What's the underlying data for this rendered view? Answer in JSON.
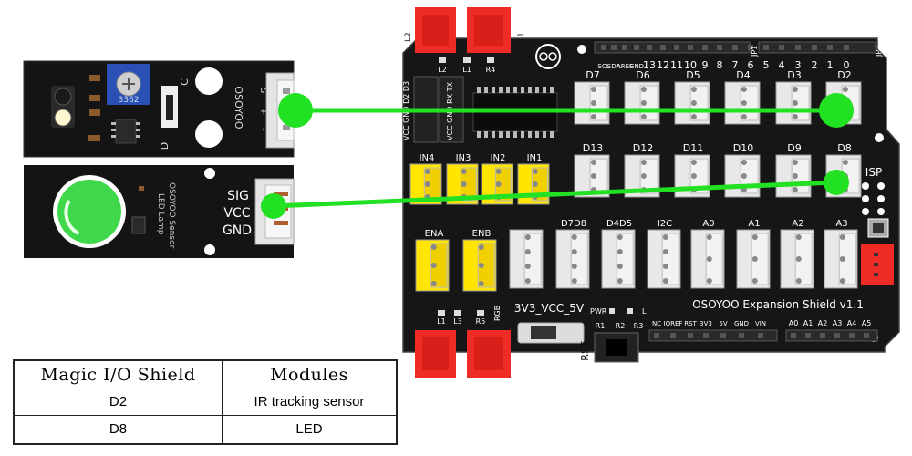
{
  "ir_module": {
    "pot_label": "3362",
    "brand": "OSOYOO",
    "label_c": "C",
    "label_d": "D",
    "pins": [
      "S",
      "+",
      "-"
    ]
  },
  "led_module": {
    "side_text_1": "OSOYOO Sensor",
    "side_text_2": "LED Lamp",
    "pins": [
      "SIG",
      "VCC",
      "GND"
    ],
    "led_color": "#3fd84a"
  },
  "shield": {
    "title": "OSOYOO Expansion Shield v1.1",
    "top_left_labels": [
      "L2",
      "L1"
    ],
    "status_leds": [
      "L2",
      "L1",
      "R4"
    ],
    "header_pins": [
      "SCL",
      "SDA",
      "AREF",
      "GND",
      "13",
      "12",
      "11",
      "10",
      "9",
      "8",
      "7",
      "6",
      "5",
      "4",
      "3",
      "2",
      "1",
      "0"
    ],
    "jp_labels": [
      "JP1",
      "JP2"
    ],
    "left_header_labels": [
      "VCC GND D2 D3",
      "VCC GND RX TX"
    ],
    "digital_row1": [
      "D7",
      "D6",
      "D5",
      "D4",
      "D3",
      "D2"
    ],
    "digital_row2": [
      "D13",
      "D12",
      "D11",
      "D10",
      "D9",
      "D8"
    ],
    "motor_inputs": [
      "IN4",
      "IN3",
      "IN2",
      "IN1"
    ],
    "enable_pins": [
      "ENA",
      "ENB"
    ],
    "row3_labels": [
      "D7D8",
      "D4D5",
      "I2C",
      "A0",
      "A1",
      "A2",
      "A3"
    ],
    "isp_label": "ISP",
    "voltage_label": "3V3_VCC_5V",
    "pwr_labels": [
      "PWR",
      "L"
    ],
    "resistor_labels": [
      "R1",
      "R2",
      "R3"
    ],
    "bottom_led_labels": [
      "L1",
      "L3",
      "R5"
    ],
    "rgb_label": "RGB",
    "rst_label": "RST",
    "power_header": [
      "NC",
      "IOREF",
      "RST",
      "3V3",
      "5V",
      "GND",
      "VIN"
    ],
    "analog_header": [
      "A0",
      "A1",
      "A2",
      "A3",
      "A4",
      "A5"
    ]
  },
  "wire_color": "#22e022",
  "table": {
    "headers": [
      "Magic I/O Shield",
      "Modules"
    ],
    "rows": [
      {
        "pin": "D2",
        "module": "IR tracking sensor"
      },
      {
        "pin": "D8",
        "module": "LED"
      }
    ]
  }
}
